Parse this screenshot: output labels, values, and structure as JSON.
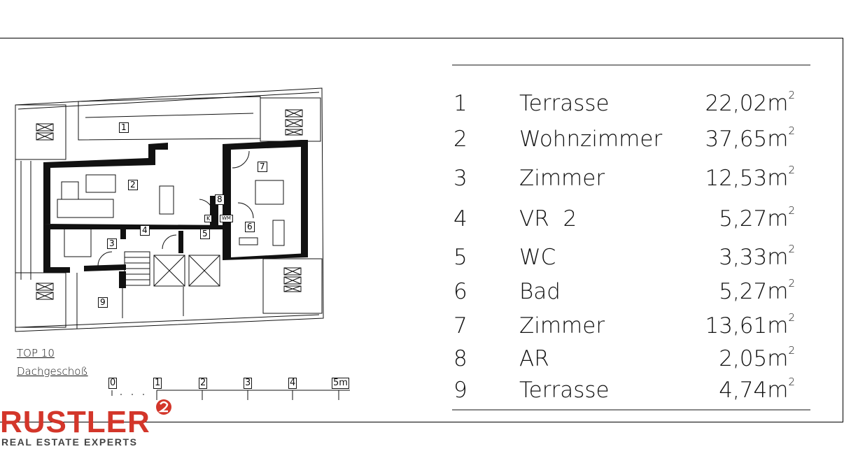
{
  "plan": {
    "title": "TOP 10",
    "subtitle": "Dachgeschoß",
    "scale_labels": [
      "0",
      "1",
      "2",
      "3",
      "4",
      "5m"
    ]
  },
  "rooms": [
    {
      "no": "1",
      "name": "Terrasse",
      "area": "22,02m"
    },
    {
      "no": "2",
      "name": "Wohnzimmer",
      "area": "37,65m"
    },
    {
      "no": "3",
      "name": "Zimmer",
      "area": "12,53m"
    },
    {
      "no": "4",
      "name": "VR  2",
      "area": "5,27m"
    },
    {
      "no": "5",
      "name": "WC",
      "area": "3,33m"
    },
    {
      "no": "6",
      "name": "Bad",
      "area": "5,27m"
    },
    {
      "no": "7",
      "name": "Zimmer",
      "area": "13,61m"
    },
    {
      "no": "8",
      "name": "AR",
      "area": "2,05m"
    },
    {
      "no": "9",
      "name": "Terrasse",
      "area": "4,74m"
    }
  ],
  "area_unit_sup": "2",
  "fixtures": {
    "k": "K",
    "wm": "WM"
  },
  "logo": {
    "brand": "RUSTLER",
    "tagline": "REAL ESTATE EXPERTS",
    "color": "#d3362a"
  }
}
